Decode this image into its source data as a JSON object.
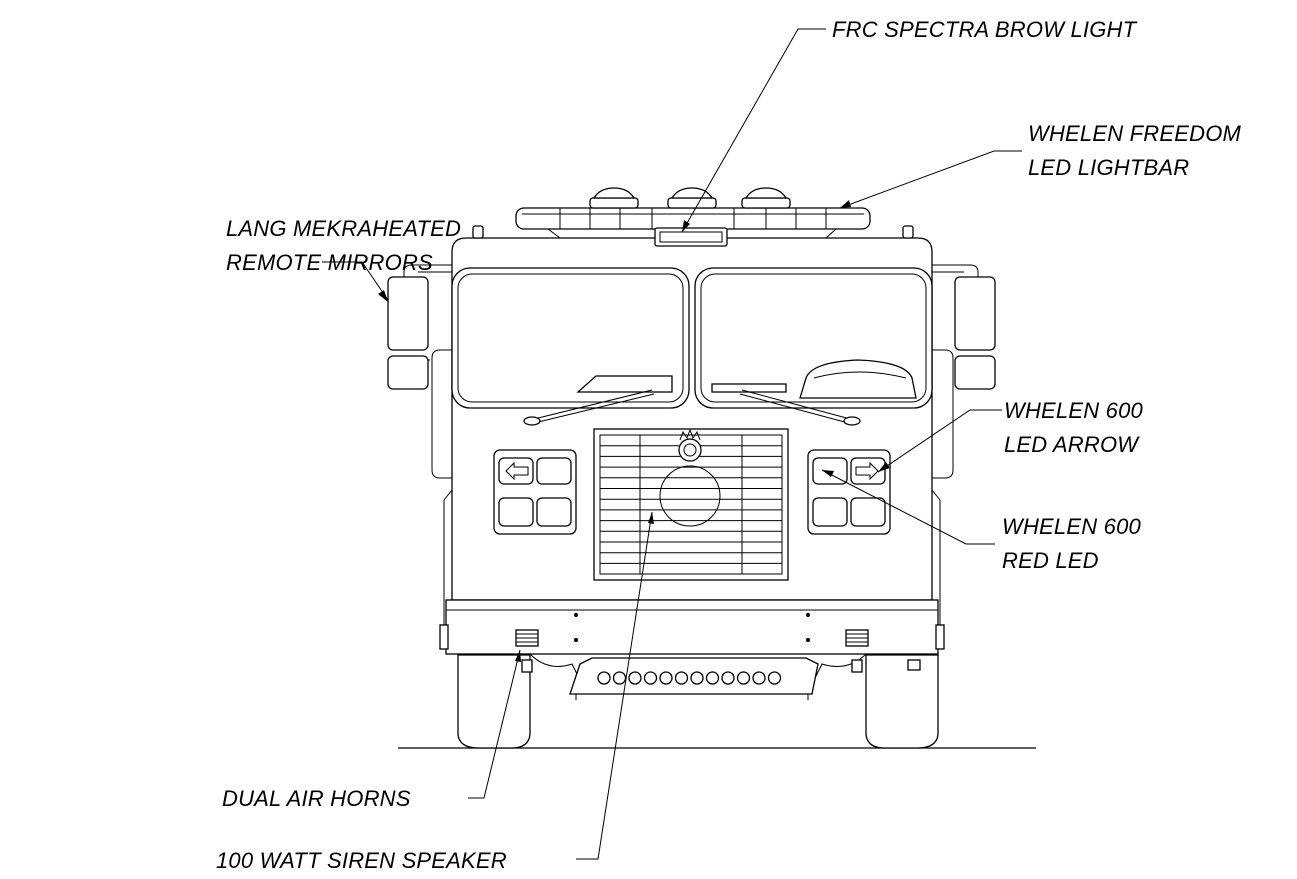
{
  "diagram": {
    "labels": {
      "brow_light": "FRC SPECTRA BROW LIGHT",
      "lightbar_1": "WHELEN FREEDOM",
      "lightbar_2": "LED LIGHTBAR",
      "mirrors_1": "LANG MEKRAHEATED",
      "mirrors_2": "REMOTE MIRRORS",
      "arrow_1": "WHELEN 600",
      "arrow_2": "LED ARROW",
      "red_1": "WHELEN 600",
      "red_2": "RED LED",
      "horns": "DUAL AIR HORNS",
      "siren": "100 WATT SIREN SPEAKER"
    },
    "colors": {
      "line": "#000000",
      "background": "#ffffff"
    }
  }
}
